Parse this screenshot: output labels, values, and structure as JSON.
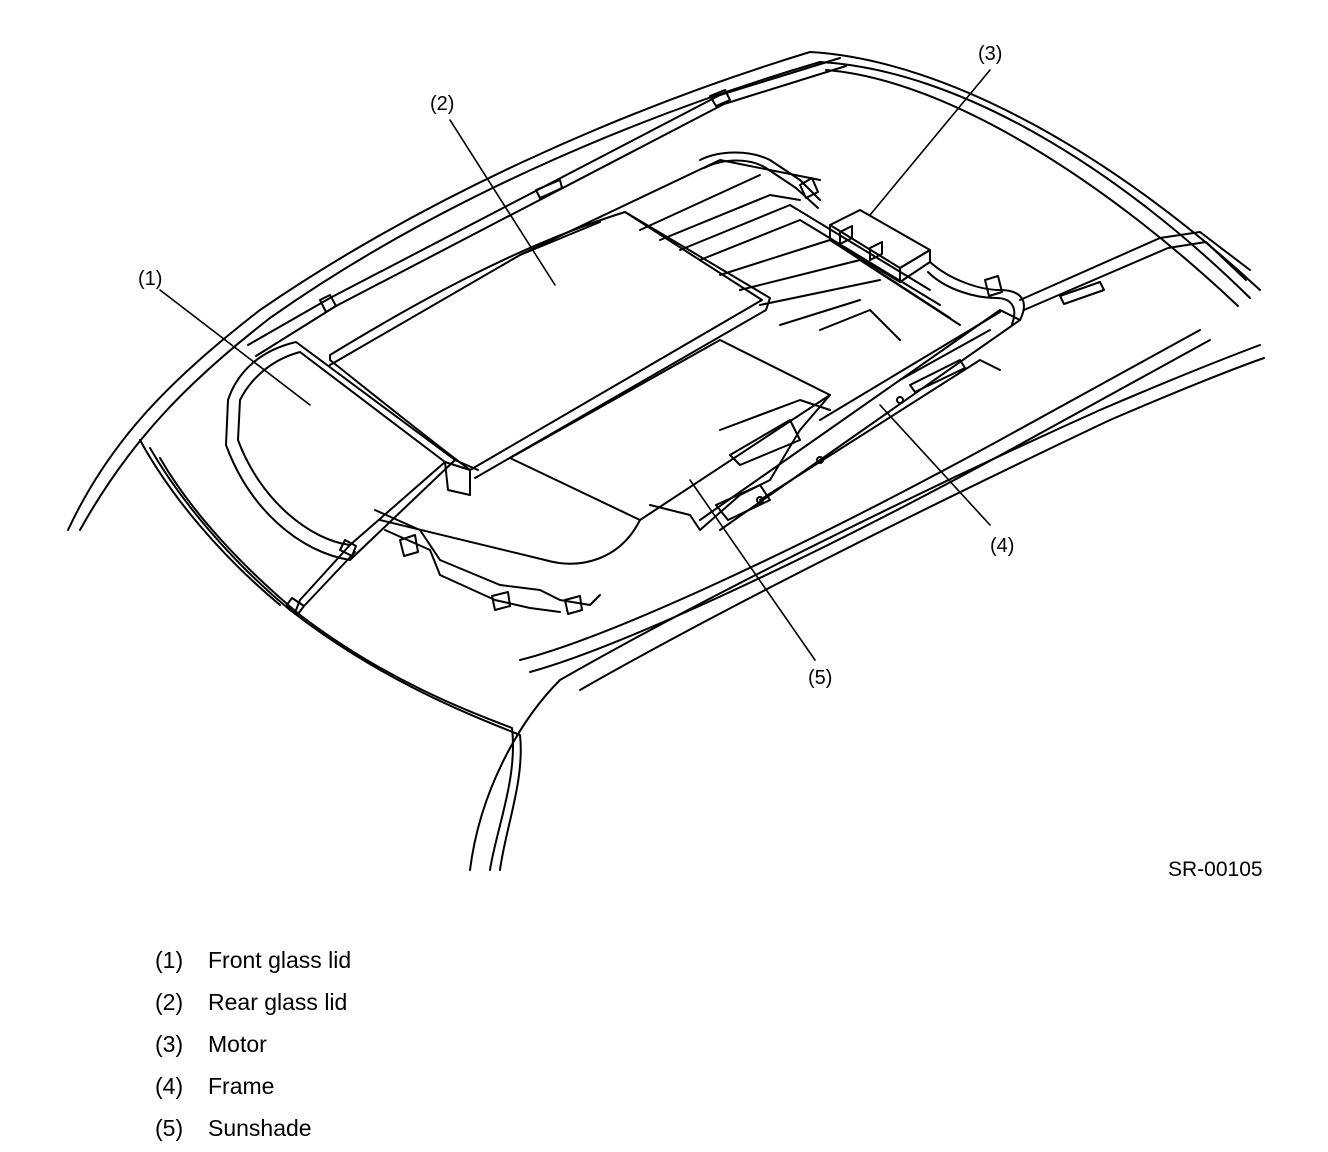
{
  "figure_id": "SR-00105",
  "callouts": [
    "(1)",
    "(2)",
    "(3)",
    "(4)",
    "(5)"
  ],
  "legend": [
    {
      "num": "(1)",
      "label": "Front glass lid"
    },
    {
      "num": "(2)",
      "label": "Rear glass lid"
    },
    {
      "num": "(3)",
      "label": "Motor"
    },
    {
      "num": "(4)",
      "label": "Frame"
    },
    {
      "num": "(5)",
      "label": "Sunshade"
    }
  ]
}
